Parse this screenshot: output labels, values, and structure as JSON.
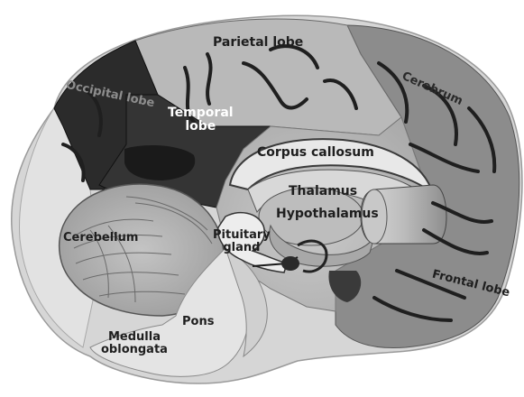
{
  "diagram": {
    "labels": {
      "parietal": "Parietal lobe",
      "cerebrum": "Cerebrum",
      "occipital": "Occipital lobe",
      "temporal_1": "Temporal",
      "temporal_2": "lobe",
      "corpus_callosum": "Corpus callosum",
      "thalamus": "Thalamus",
      "hypothalamus": "Hypothalamus",
      "cerebellum": "Cerebellum",
      "pituitary_1": "Pituitary",
      "pituitary_2": "gland",
      "frontal": "Frontal lobe",
      "pons": "Pons",
      "medulla_1": "Medulla",
      "medulla_2": "oblongata"
    }
  }
}
